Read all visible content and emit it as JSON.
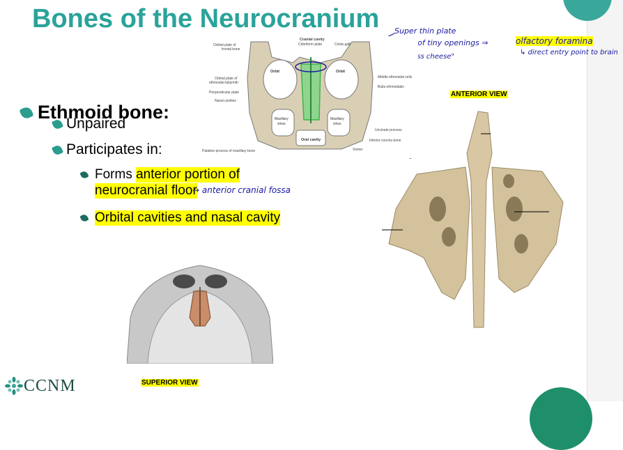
{
  "title": "Bones of the Neurocranium",
  "bullets": {
    "ethmoid": "Ethmoid bone:",
    "unpaired": "Unpaired",
    "participates": "Participates in:",
    "forms_prefix": "Forms ",
    "forms_hl1": "anterior portion of",
    "forms_hl2": "neurocranial floor",
    "orbital": "Orbital cavities and nasal cavity"
  },
  "handwritten": {
    "thin_plate": "Super thin plate",
    "full_openings": "↳ full of tiny openings ⇒",
    "olfactory": "olfactory foramina",
    "direct_entry": "↳ direct entry point to brain",
    "swiss_cheese": "↳ \"swiss cheese\"",
    "fossa": "→ anterior cranial fossa"
  },
  "diagram_labels": {
    "cranial_cavity": "Cranial cavity",
    "cribriform": "Cribriform plate",
    "crista_galli": "Crista galli",
    "orbital_plate_frontal_1": "Orbital plate of",
    "orbital_plate_frontal_2": "frontal bone",
    "orbital_plate_ethmoid_1": "Orbital plate of",
    "orbital_plate_ethmoid_2": "ethmoidal labyrinth",
    "perpendicular": "Perpendicular plate",
    "nasal_cavities": "Nasal cavities",
    "orbit_left": "Orbit",
    "orbit_right": "Orbit",
    "middle_cells": "Middle ethmoidal cells",
    "bulla": "Bulla ethmoidalis",
    "maxillary_left_1": "Maxillary",
    "maxillary_left_2": "sinus",
    "maxillary_right_1": "Maxillary",
    "maxillary_right_2": "sinus",
    "uncinate": "Uncinate process",
    "inferior_concha": "Inferior concha bone",
    "oral_cavity": "Oral cavity",
    "vomer": "Vomer",
    "palatine": "Palatine process of maxillary bone"
  },
  "views": {
    "anterior": "ANTERIOR VIEW",
    "superior": "SUPERIOR VIEW"
  },
  "logo": "CCNM",
  "colors": {
    "title": "#2aa39a",
    "bullet": "#2a9d8f",
    "highlight": "#ffff00",
    "ink": "#1a1aa0",
    "bone": "#d8c7a2",
    "ethmoid_green": "#3bb54a"
  }
}
